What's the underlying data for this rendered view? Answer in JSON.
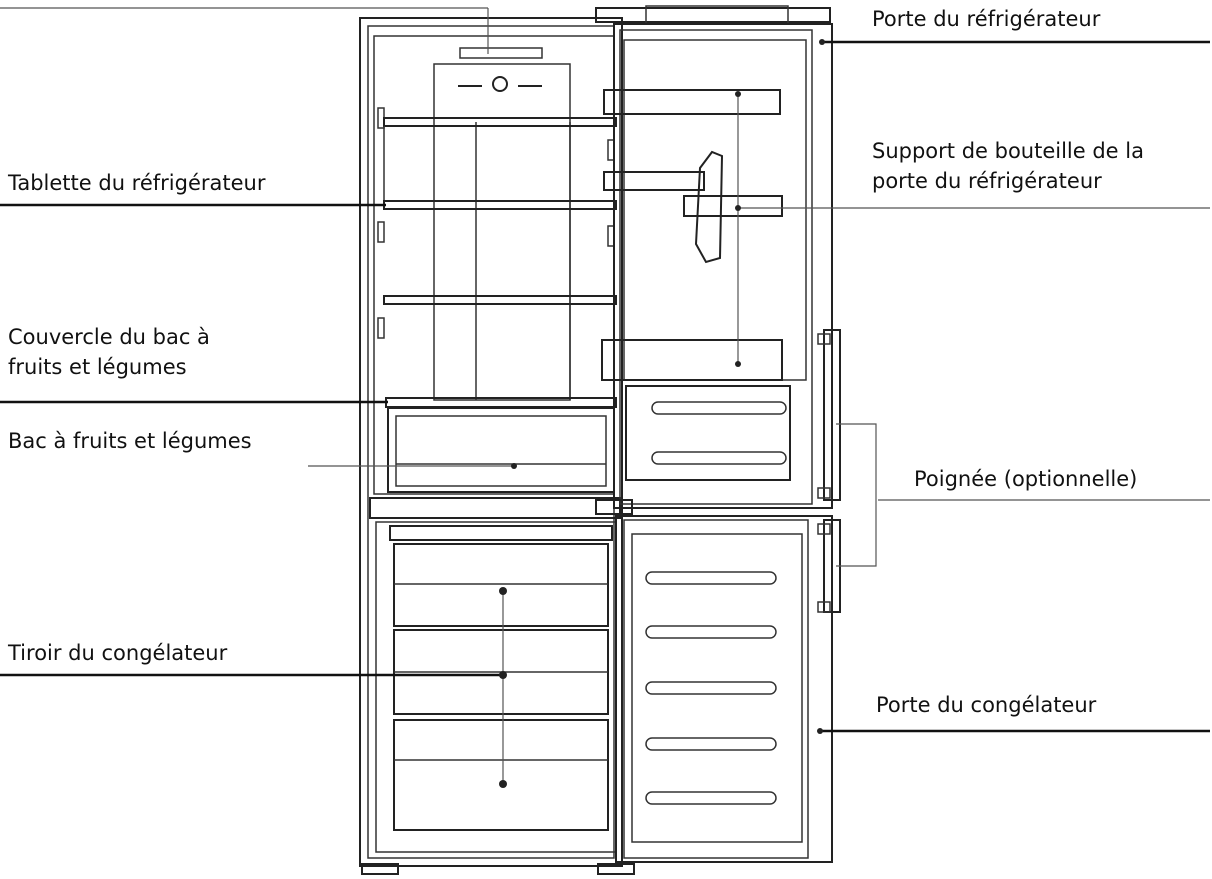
{
  "labels": {
    "porte_refrigerateur": "Porte du réfrigérateur",
    "support_bouteille": "Support de bouteille de la porte du réfrigérateur",
    "support_bouteille_line1": "Support de bouteille de la",
    "support_bouteille_line2": "porte du réfrigérateur",
    "tablette": "Tablette du réfrigérateur",
    "couvercle_line1": "Couvercle du bac à",
    "couvercle_line2": "fruits et légumes",
    "bac": "Bac à fruits et légumes",
    "poignee": "Poignée (optionnelle)",
    "tiroir": "Tiroir du congélateur",
    "porte_congelateur": "Porte du congélateur"
  }
}
